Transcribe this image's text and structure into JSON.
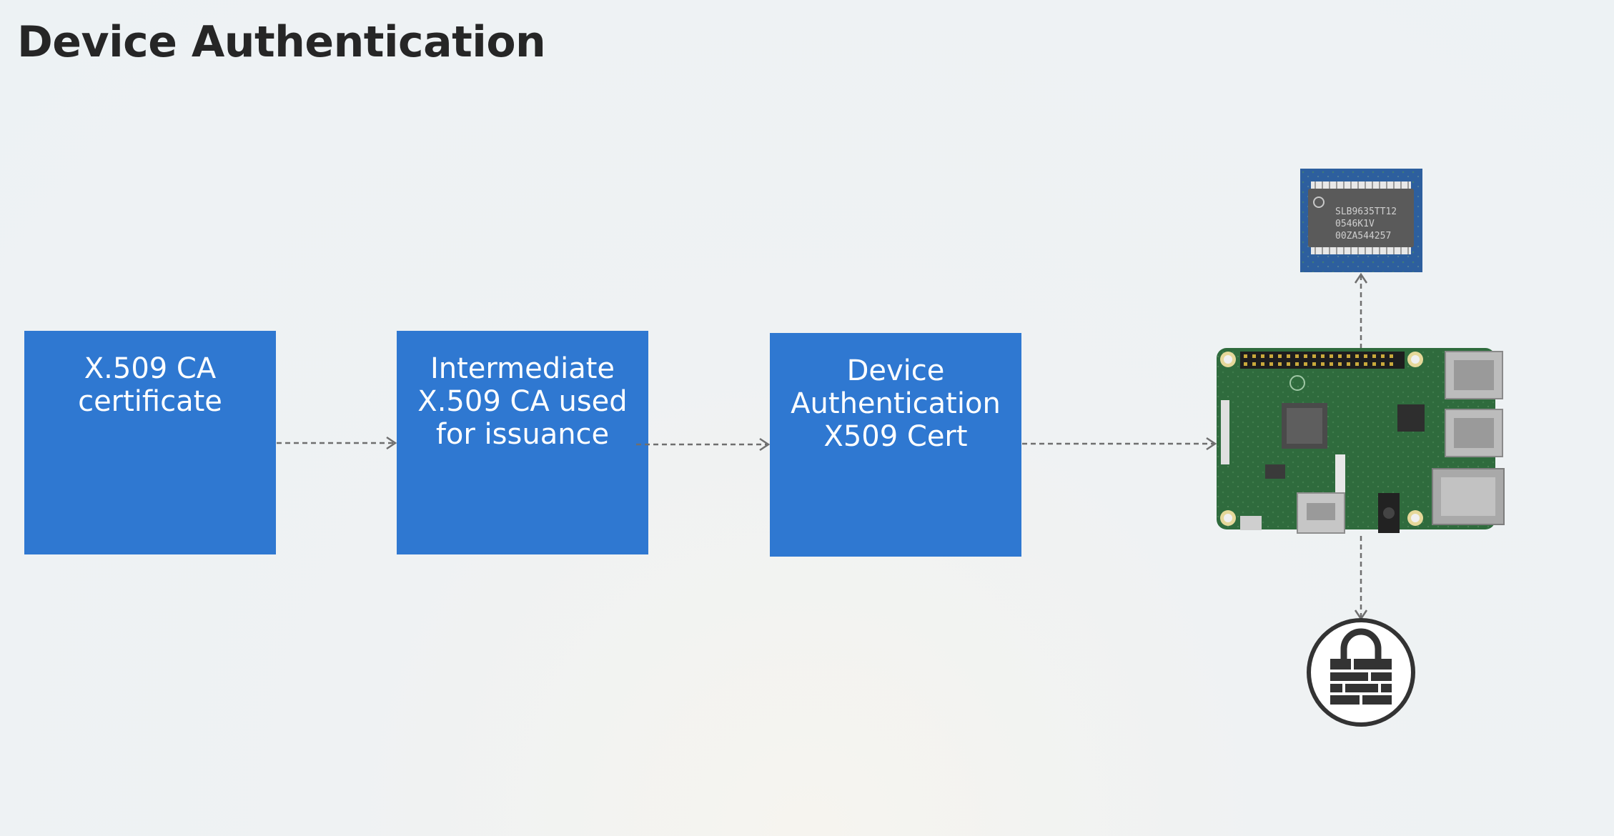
{
  "slide": {
    "title": "Device Authentication"
  },
  "boxes": [
    {
      "lines": [
        "X.509 CA",
        "certificate"
      ]
    },
    {
      "lines": [
        "Intermediate",
        "X.509 CA used",
        "for issuance"
      ]
    },
    {
      "lines": [
        "Device",
        "Authentication",
        "X509 Cert"
      ]
    }
  ],
  "images": {
    "chip_markings": [
      "SLB9635TT12",
      "0546K1V",
      "00ZA544257"
    ],
    "board": "raspberry-pi-board",
    "lock": "lock-firewall-icon"
  },
  "colors": {
    "box_fill": "#2f78d1",
    "connector": "#6f6f6f",
    "board_green": "#2f6b3d"
  }
}
